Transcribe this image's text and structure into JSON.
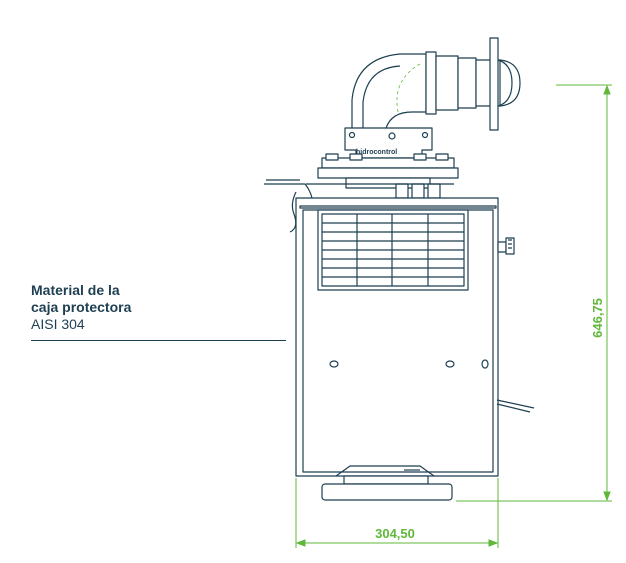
{
  "callout": {
    "title_line1": "Material de la",
    "title_line2": "caja protectora",
    "value": "AISI 304"
  },
  "dimensions": {
    "height_label": "646,75",
    "width_label": "304,50"
  },
  "brand_mark": "hidrocontrol",
  "colors": {
    "outline": "#1e3f52",
    "dimension": "#5fb83a",
    "text": "#1e3f52"
  }
}
